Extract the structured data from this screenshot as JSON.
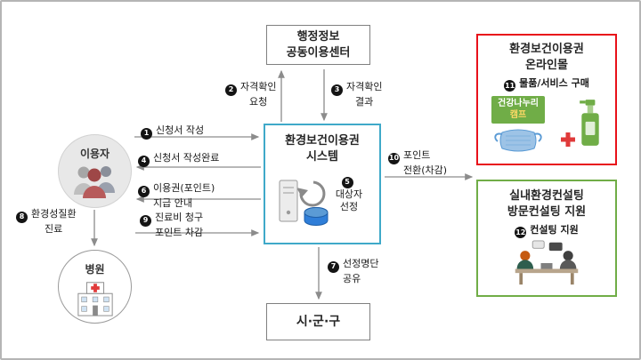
{
  "boxes": {
    "admin_center": {
      "line1": "행정정보",
      "line2": "공동이용센터"
    },
    "system": {
      "line1": "환경보건이용권",
      "line2": "시스템"
    },
    "sigungu": {
      "label": "시·군·구"
    },
    "user": {
      "label": "이용자"
    },
    "hospital": {
      "label": "병원"
    },
    "online_mall": {
      "line1": "환경보건이용권",
      "line2": "온라인몰",
      "camp_line1": "건강나누리",
      "camp_line2": "캠프"
    },
    "consulting": {
      "line1": "실내환경컨설팅",
      "line2": "방문컨설팅 지원"
    }
  },
  "steps": {
    "s1": {
      "num": "1",
      "line1": "신청서 작성"
    },
    "s2": {
      "num": "2",
      "line1": "자격확인",
      "line2": "요청"
    },
    "s3": {
      "num": "3",
      "line1": "자격확인",
      "line2": "결과"
    },
    "s4": {
      "num": "4",
      "line1": "신청서 작성완료"
    },
    "s5": {
      "num": "5",
      "line1": "대상자",
      "line2": "선정"
    },
    "s6": {
      "num": "6",
      "line1": "이용권(포인트)",
      "line2": "지급 안내"
    },
    "s7": {
      "num": "7",
      "line1": "선정명단",
      "line2": "공유"
    },
    "s8": {
      "num": "8",
      "line1": "환경성질환",
      "line2": "진료"
    },
    "s9": {
      "num": "9",
      "line1": "진료비 청구",
      "line2": "포인트 차감"
    },
    "s10": {
      "num": "10",
      "line1": "포인트",
      "line2": "전환(차감)"
    },
    "s11": {
      "num": "11",
      "line1": "물품/서비스 구매"
    },
    "s12": {
      "num": "12",
      "line1": "컨설팅 지원"
    }
  },
  "colors": {
    "system_border": "#3fa9c9",
    "mall_border": "#e8111a",
    "consulting_border": "#70ad47",
    "camp_badge_bg": "#70ad47",
    "camp_line2_text": "#ffd966",
    "arrow": "#8c8c8c",
    "step_number_bg": "#141414",
    "user_circle_bg": "#e8e8e8"
  }
}
